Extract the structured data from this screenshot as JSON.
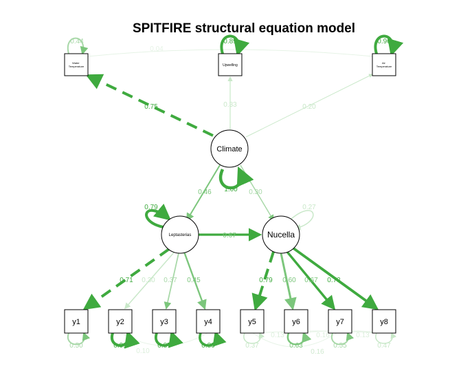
{
  "title": "SPITFIRE structural equation model",
  "colors": {
    "strong": "#3faa3f",
    "medium": "#7cc67c",
    "weak": "#c9e8c9",
    "faint": "#e6f3e6",
    "node_stroke": "#000000"
  },
  "nodes": {
    "water_temp": "Water\nTemperature",
    "upwelling": "Upwelling",
    "air_temp": "Air\nTemperature",
    "climate": "Climate",
    "leptasterias": "Leptasterias",
    "nucella": "Nucella",
    "y1": "y1",
    "y2": "y2",
    "y3": "y3",
    "y4": "y4",
    "y5": "y5",
    "y6": "y6",
    "y7": "y7",
    "y8": "y8"
  },
  "paths": {
    "climate_water": "0.75",
    "climate_upwelling": "0.33",
    "climate_air": "0.20",
    "climate_lept": "0.46",
    "climate_nucella": "0.30",
    "lept_nucella": "0.67",
    "lept_y1": "0.71",
    "lept_y2": "0.30",
    "lept_y3": "0.37",
    "lept_y4": "0.45",
    "nuc_y5": "0.79",
    "nuc_y6": "0.60",
    "nuc_y7": "0.67",
    "nuc_y8": "0.73"
  },
  "variances": {
    "water": "0.44",
    "upwelling": "0.89",
    "air": "0.96",
    "climate": "1.00",
    "lept": "0.79",
    "nucella": "0.27",
    "y1": "0.50",
    "y2": "0.91",
    "y3": "0.87",
    "y4": "0.80",
    "y5": "0.37",
    "y6": "0.63",
    "y7": "0.55",
    "y8": "0.47"
  },
  "covariances": {
    "water_air": "0.04",
    "y2_y4": "0.10",
    "y5_y7": "0.16",
    "y5_y8a": "0.13",
    "y6_y8": "0.16",
    "y7_y8": "0.13"
  }
}
